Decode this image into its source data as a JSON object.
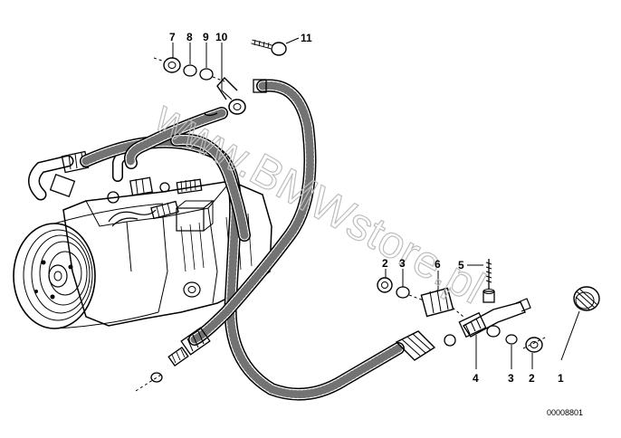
{
  "callouts": {
    "c1": "1",
    "c2a": "2",
    "c2b": "2",
    "c3a": "3",
    "c3b": "3",
    "c4": "4",
    "c5": "5",
    "c6": "6",
    "c7": "7",
    "c8": "8",
    "c9": "9",
    "c10": "10",
    "c11": "11"
  },
  "part_number": "00008801",
  "watermark": "www.BMWstore.pl",
  "colors": {
    "ink": "#000000",
    "background": "#ffffff",
    "watermark": "#bdbdbd"
  }
}
